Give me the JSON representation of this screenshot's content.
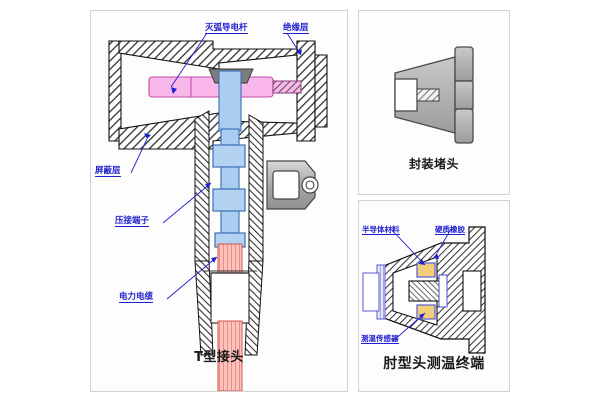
{
  "figure": {
    "background_color": "#ffffff",
    "panel_border_color": "#d2d2d2",
    "label_color": "#2020d0",
    "caption_color": "#1a1a1a"
  },
  "panels": {
    "main": {
      "caption": "T型接头",
      "labels": {
        "arc_rod": "灭弧导电杆",
        "insulation": "绝缘层",
        "shield": "屏蔽层",
        "crimp_terminal": "压接端子",
        "power_cable": "电力电缆"
      },
      "colors": {
        "conductor_rod": "#f9b6e8",
        "stem": "#aacdf0",
        "cable": "#f4a6a0",
        "metal": "#b0b0b0",
        "hatch": "#3a3a3a"
      }
    },
    "plug": {
      "caption": "封装堵头",
      "colors": {
        "body": "#b5b5b5",
        "recess": "#ffffff",
        "thread": "#e8e8e8"
      }
    },
    "elbow": {
      "caption": "肘型头测温终端",
      "labels": {
        "semiconductor": "半导体材料",
        "hard_rubber": "硬质橡胶",
        "temp_sensor": "测温传感器"
      },
      "colors": {
        "semiconductor": "#f0cf78",
        "outline": "#5b5bd6",
        "body_hatch": "#4a4a4a"
      }
    }
  }
}
